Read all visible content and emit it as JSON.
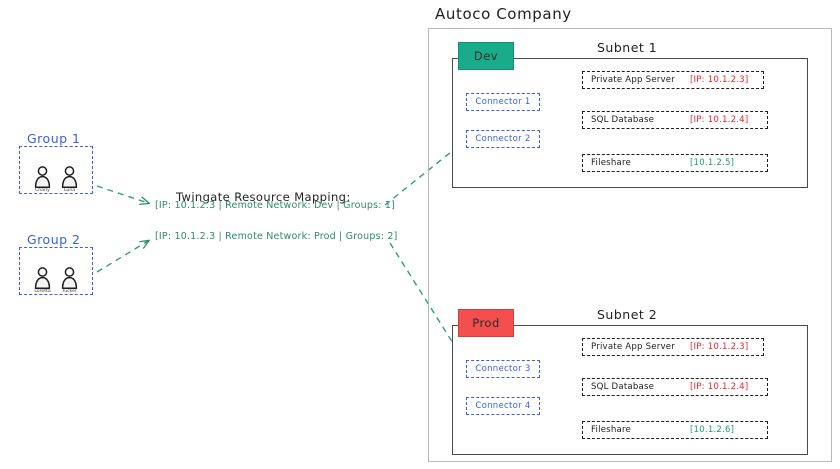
{
  "company": {
    "title": "Autoco Company"
  },
  "mapping": {
    "title": "Twingate Resource Mapping:",
    "lines": [
      "[IP: 10.1.2.3 | Remote Network: Dev | Groups: 1]",
      "[IP: 10.1.2.3 | Remote Network: Prod | Groups: 2]"
    ]
  },
  "groups": [
    {
      "label": "Group 1",
      "members": [
        "Charly",
        "Luna"
      ]
    },
    {
      "label": "Group 2",
      "members": [
        "Loretta",
        "Tucker"
      ]
    }
  ],
  "subnets": [
    {
      "title": "Subnet 1",
      "env_label": "Dev",
      "env_color": "#1aab8a",
      "connectors": [
        "Connector 1",
        "Connector 2"
      ],
      "resources": [
        {
          "name": "Private App Server",
          "ip": "[IP: 10.1.2.3]",
          "ip_color": "red"
        },
        {
          "name": "SQL Database",
          "ip": "[IP: 10.1.2.4]",
          "ip_color": "red"
        },
        {
          "name": "Fileshare",
          "ip": "[10.1.2.5]",
          "ip_color": "green"
        }
      ]
    },
    {
      "title": "Subnet 2",
      "env_label": "Prod",
      "env_color": "#f44f4f",
      "connectors": [
        "Connector 3",
        "Connector 4"
      ],
      "resources": [
        {
          "name": "Private App Server",
          "ip": "[IP: 10.1.2.3]",
          "ip_color": "red"
        },
        {
          "name": "SQL Database",
          "ip": "[IP: 10.1.2.4]",
          "ip_color": "red"
        },
        {
          "name": "Fileshare",
          "ip": "[10.1.2.6]",
          "ip_color": "green"
        }
      ]
    }
  ],
  "colors": {
    "connector_blue": "#3b5fe0",
    "wire_green": "#2e9e7e",
    "arrow_green": "#2e8b6b",
    "ip_red": "#e8252a",
    "ip_green": "#1f9c78",
    "frame_gray": "#b8b8b8",
    "subnet_border": "#4a4a4a"
  }
}
